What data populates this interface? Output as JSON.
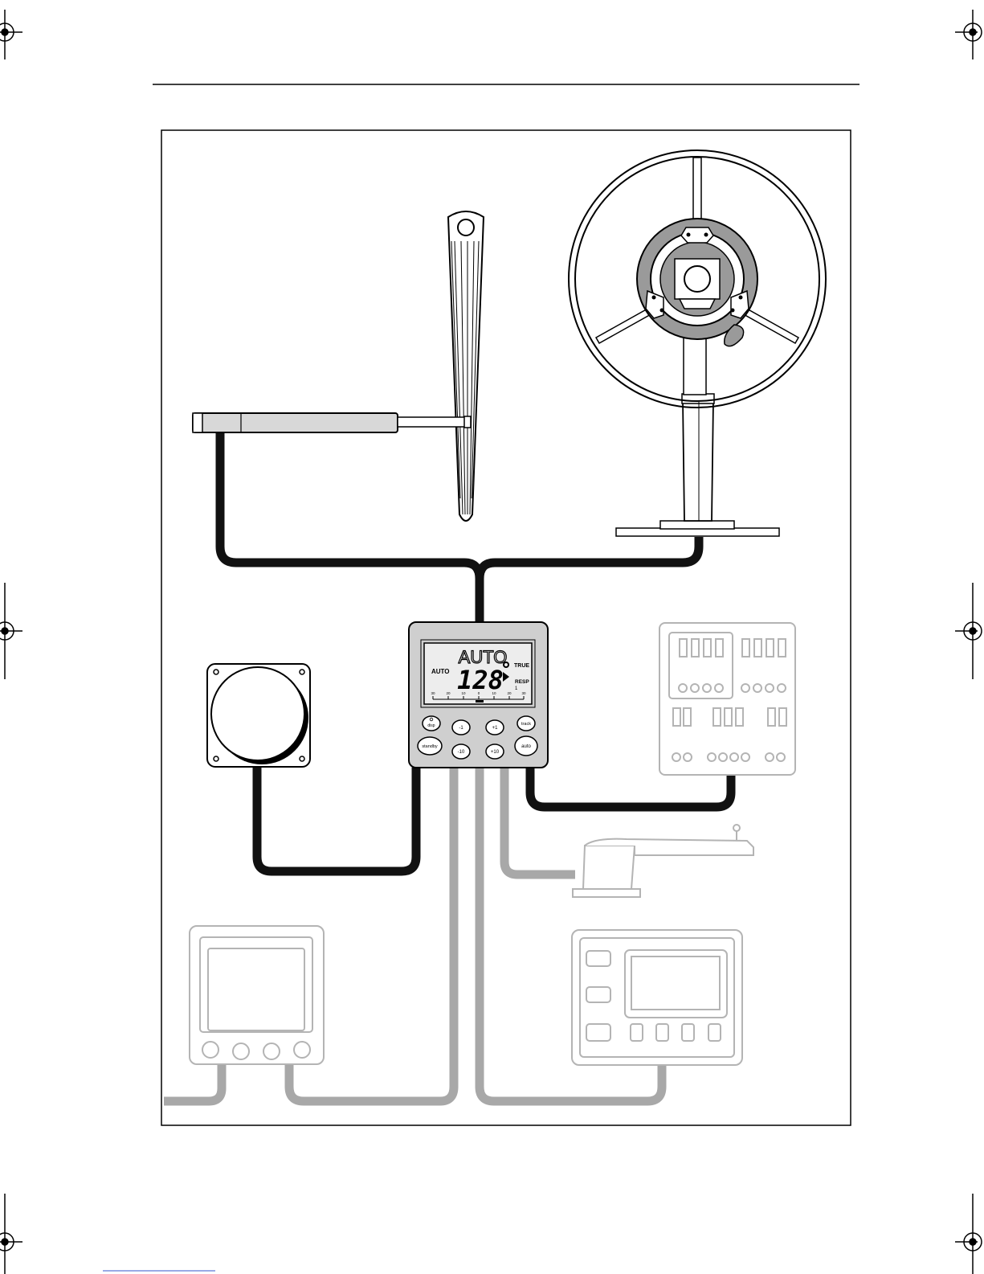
{
  "controller": {
    "mode_top": "AUTO",
    "mode_side": "AUTO",
    "heading": "128",
    "true_label": "TRUE",
    "resp_label": "RESP",
    "resp_value": "1",
    "scale_ticks": [
      "30",
      "20",
      "10",
      "0",
      "10",
      "20",
      "30"
    ],
    "buttons": {
      "disp": "disp",
      "minus1": "-1",
      "plus1": "+1",
      "track": "track",
      "standby": "standby",
      "minus10": "-10",
      "plus10": "+10",
      "auto": "auto"
    }
  },
  "colors": {
    "cable_primary": "#111111",
    "cable_secondary": "#a8a8a8",
    "device_secondary": "#b4b4b4",
    "controller_face": "#cfcfcf",
    "lcd_background": "#ededed",
    "wheel_hub": "#9a9a9a"
  },
  "icons": {
    "registration_mark": "crosshair-circle-icon",
    "tiller_actuator": "linear-drive-icon",
    "steering_wheel": "wheel-pedestal-icon",
    "fluxgate_compass": "compass-icon",
    "course_computer": "course-computer-icon",
    "rudder_sensor": "rudder-reference-icon"
  }
}
